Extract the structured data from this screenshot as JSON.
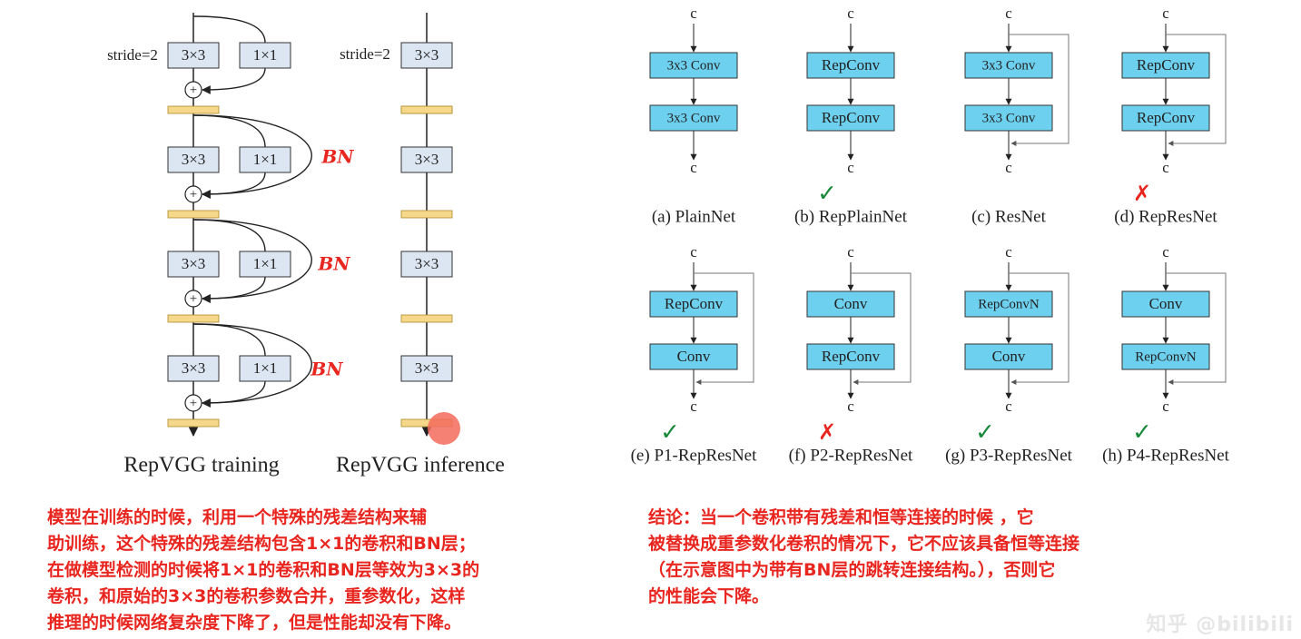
{
  "left_diagram": {
    "stride_label": "stride=2",
    "box_3x3": "3×3",
    "box_1x1": "1×1",
    "plus": "+",
    "bn_annotation": "BN",
    "training_caption": "RepVGG training",
    "inference_caption": "RepVGG inference"
  },
  "right_diagram": {
    "channel_label": "c",
    "panels_row1": [
      {
        "top": "3x3 Conv",
        "bottom": "3x3 Conv",
        "skip": false,
        "caption": "(a) PlainNet",
        "mark": "none"
      },
      {
        "top": "RepConv",
        "bottom": "RepConv",
        "skip": false,
        "caption": "(b) RepPlainNet",
        "mark": "check"
      },
      {
        "top": "3x3 Conv",
        "bottom": "3x3 Conv",
        "skip": true,
        "caption": "(c) ResNet",
        "mark": "none"
      },
      {
        "top": "RepConv",
        "bottom": "RepConv",
        "skip": true,
        "caption": "(d) RepResNet",
        "mark": "cross"
      }
    ],
    "panels_row2": [
      {
        "top": "RepConv",
        "bottom": "Conv",
        "skip": true,
        "caption": "(e) P1-RepResNet",
        "mark": "check"
      },
      {
        "top": "Conv",
        "bottom": "RepConv",
        "skip": true,
        "caption": "(f) P2-RepResNet",
        "mark": "cross"
      },
      {
        "top": "RepConvN",
        "bottom": "Conv",
        "skip": true,
        "caption": "(g) P3-RepResNet",
        "mark": "check"
      },
      {
        "top": "Conv",
        "bottom": "RepConvN",
        "skip": true,
        "caption": "(h) P4-RepResNet",
        "mark": "check"
      }
    ],
    "check_glyph": "✓",
    "cross_glyph": "✗"
  },
  "notes": {
    "left": [
      "      模型在训练的时候，利用一个特殊的残差结构来辅",
      "助训练，这个特殊的残差结构包含1×1的卷积和BN层；",
      "在做模型检测的时候将1×1的卷积和BN层等效为3×3的",
      "卷积，和原始的3×3的卷积参数合并，重参数化，这样",
      "推理的时候网络复杂度下降了，但是性能却没有下降。"
    ],
    "right": [
      "      结论：当一个卷积带有残差和恒等连接的时候 ，它",
      "被替换成重参数化卷积的情况下，它不应该具备恒等连接",
      "（在示意图中为带有BN层的跳转连接结构。），否则它",
      "的性能会下降。"
    ]
  },
  "colors": {
    "block_fill": "#dbe6f2",
    "bn_fill": "#f5d88a",
    "conv_fill": "#6dd0ee",
    "annotation_red": "#e8261f",
    "check_green": "#1a8a3a",
    "cross_red": "#e8261f",
    "line": "#222222",
    "skip_line": "#777777",
    "pointer_dot": "#f36b5c"
  },
  "watermark": "知乎 @bilibili"
}
